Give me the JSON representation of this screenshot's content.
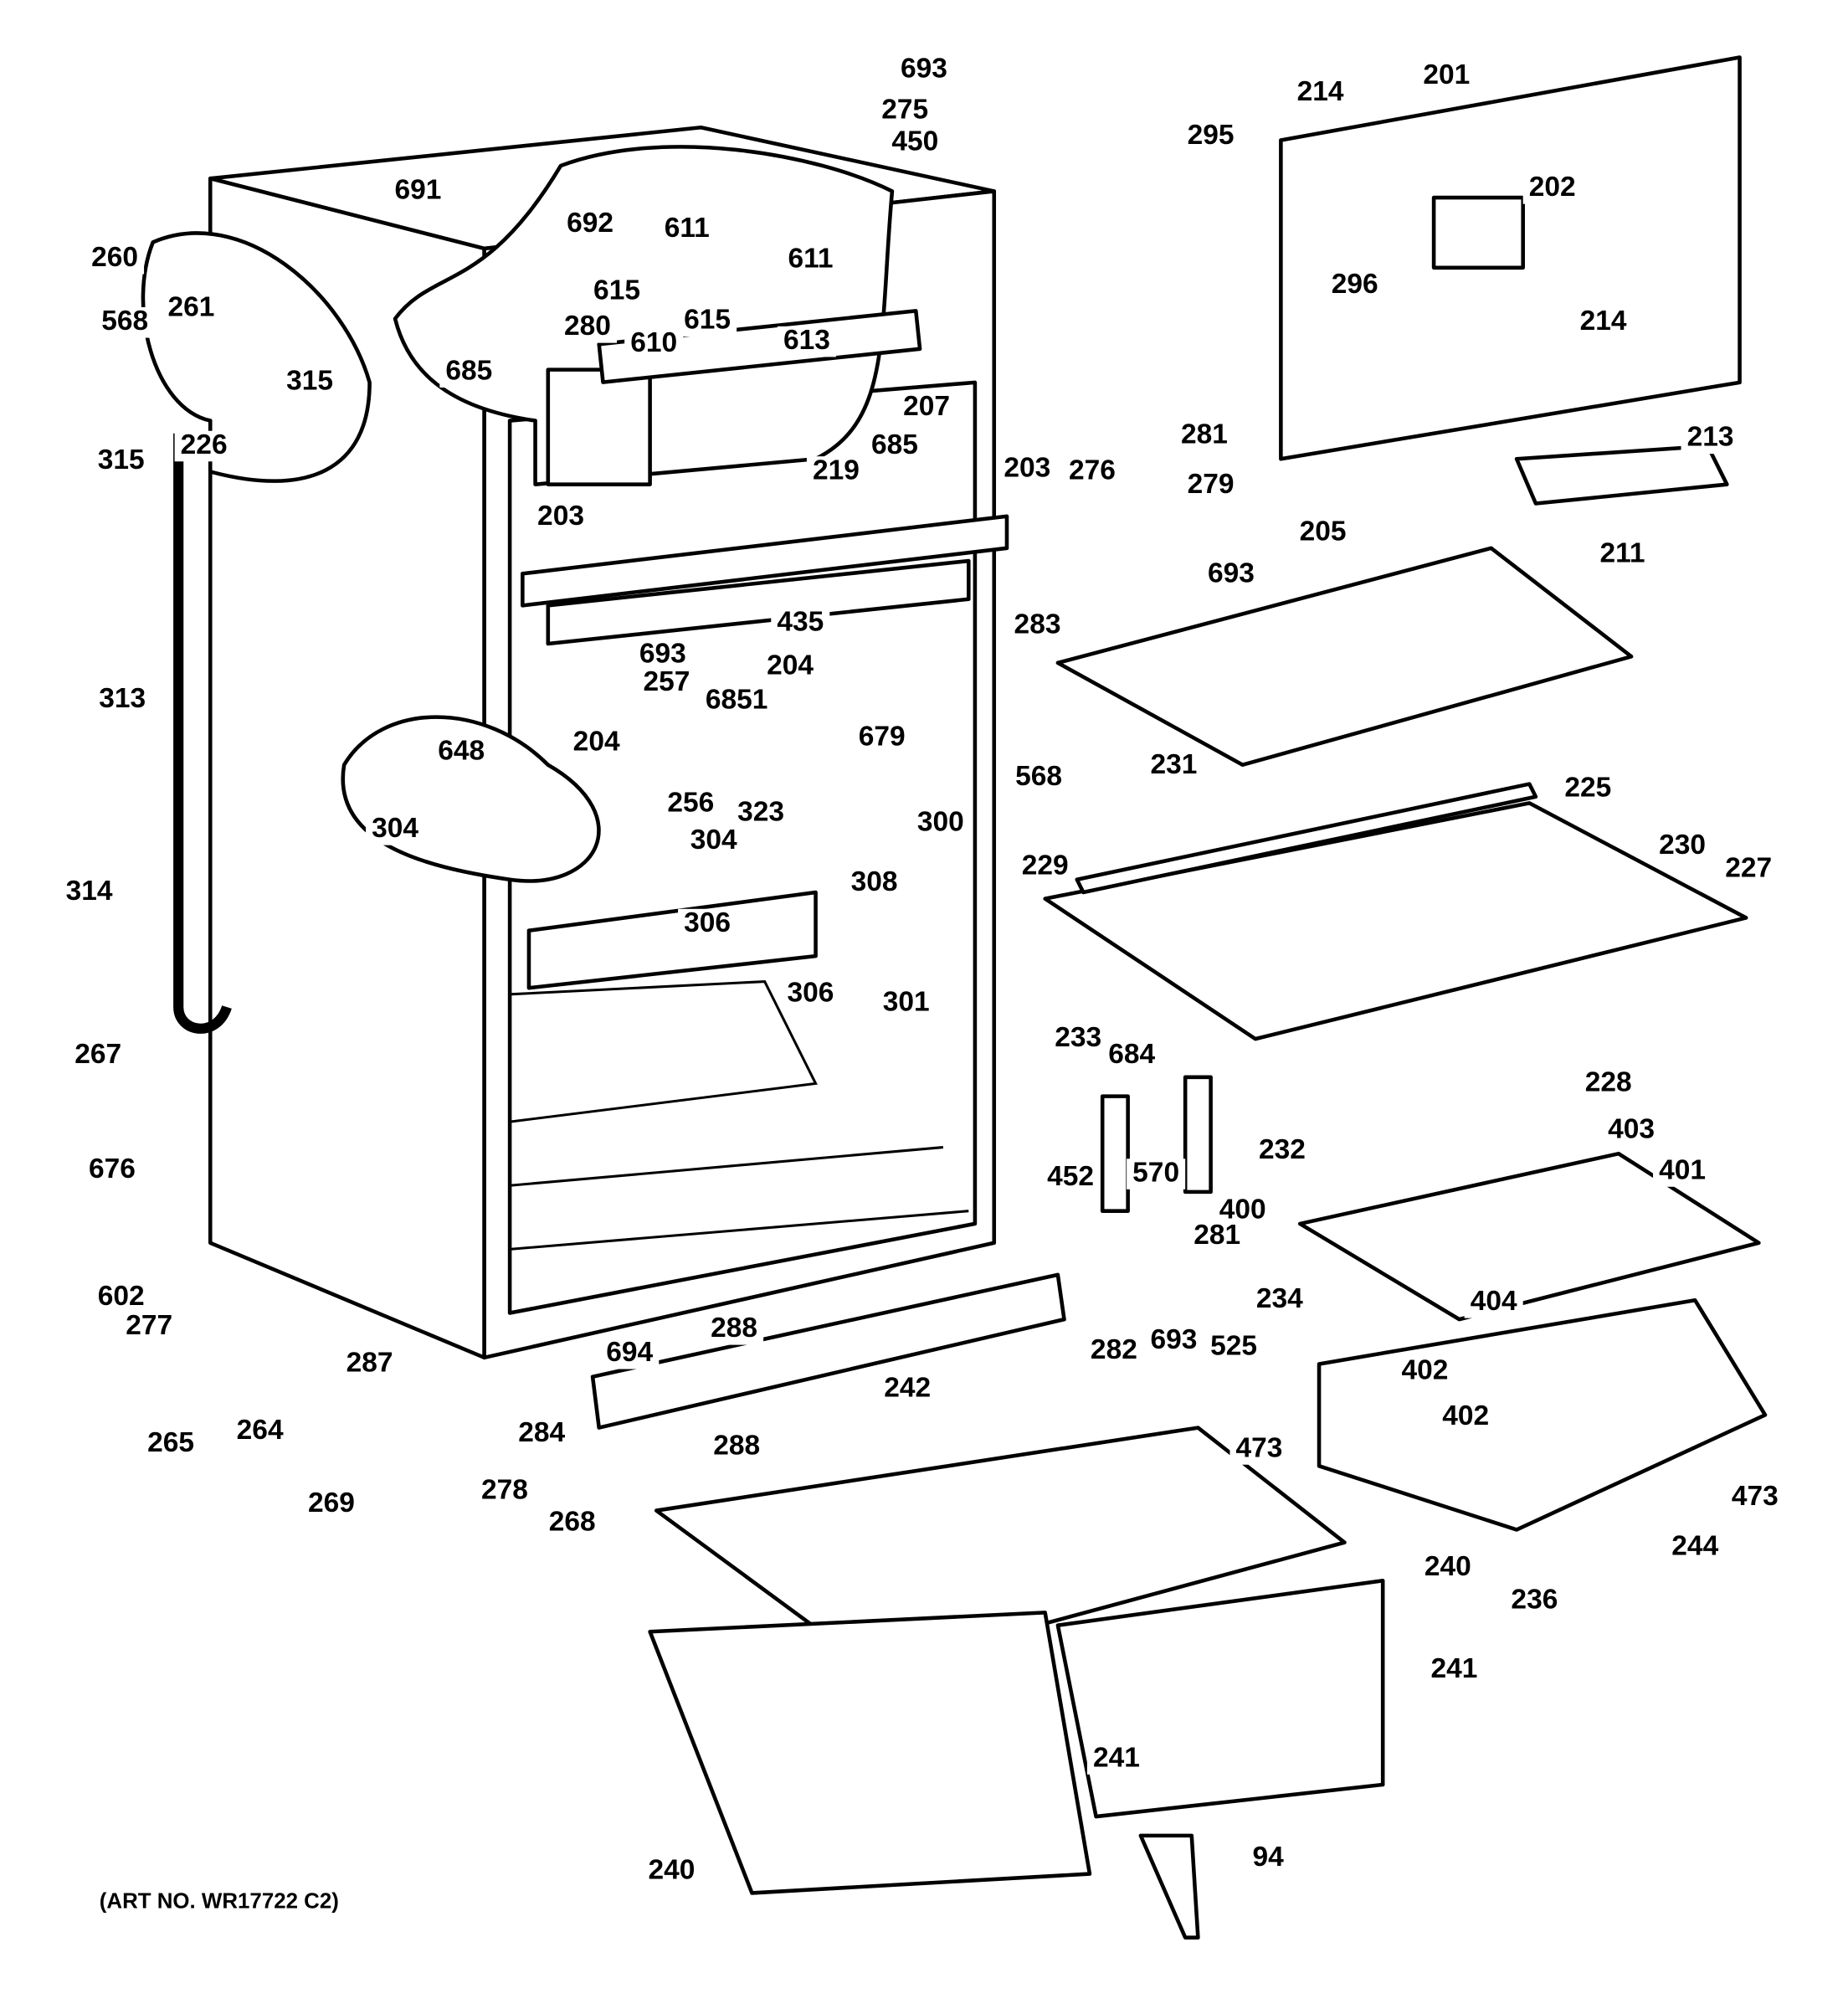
{
  "diagram": {
    "art_number": "(ART NO. WR17722 C2)",
    "labels": [
      "693",
      "275",
      "450",
      "691",
      "692",
      "611",
      "611",
      "201",
      "214",
      "295",
      "202",
      "296",
      "214",
      "260",
      "261",
      "615",
      "615",
      "280",
      "610",
      "613",
      "568",
      "685",
      "315",
      "207",
      "315",
      "226",
      "685",
      "281",
      "213",
      "219",
      "203",
      "276",
      "279",
      "203",
      "205",
      "211",
      "693",
      "283",
      "435",
      "693",
      "204",
      "257",
      "6851",
      "313",
      "204",
      "679",
      "648",
      "568",
      "231",
      "225",
      "256",
      "323",
      "300",
      "304",
      "304",
      "230",
      "229",
      "227",
      "314",
      "308",
      "306",
      "306",
      "301",
      "267",
      "233",
      "684",
      "228",
      "403",
      "570",
      "232",
      "401",
      "676",
      "400",
      "452",
      "281",
      "602",
      "277",
      "234",
      "404",
      "288",
      "694",
      "693",
      "282",
      "525",
      "402",
      "287",
      "242",
      "402",
      "265",
      "264",
      "284",
      "288",
      "473",
      "473",
      "244",
      "278",
      "269",
      "268",
      "240",
      "236",
      "241",
      "241",
      "240",
      "94"
    ]
  }
}
